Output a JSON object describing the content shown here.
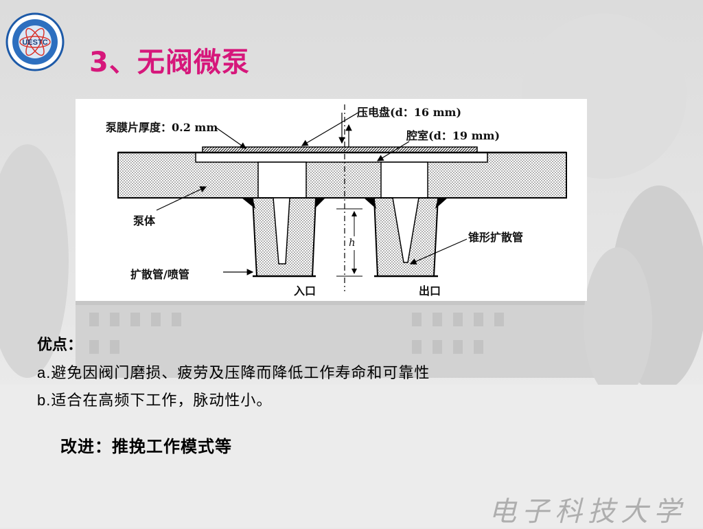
{
  "slide": {
    "title": "3、无阀微泵",
    "logo_text": "UESTC",
    "watermark": "电子科技大学"
  },
  "figure": {
    "labels": {
      "piezo_disc": "压电盘(d：16 mm)",
      "membrane_thickness": "泵膜片厚度：0.2 mm",
      "chamber": "腔室(d：19 mm)",
      "pump_body": "泵体",
      "cone_diffuser": "锥形扩散管",
      "diffuser_nozzle": "扩散管/喷管",
      "inlet": "入口",
      "outlet": "出口",
      "height": "h"
    }
  },
  "advantages": {
    "title": "优点：",
    "items": [
      {
        "key": "a.",
        "text": "避免因阀门磨损、疲劳及压降而降低工作寿命和可靠性"
      },
      {
        "key": "b.",
        "text": "适合在高频下工作，脉动性小。"
      }
    ]
  },
  "improvement": "改进：推挽工作模式等"
}
